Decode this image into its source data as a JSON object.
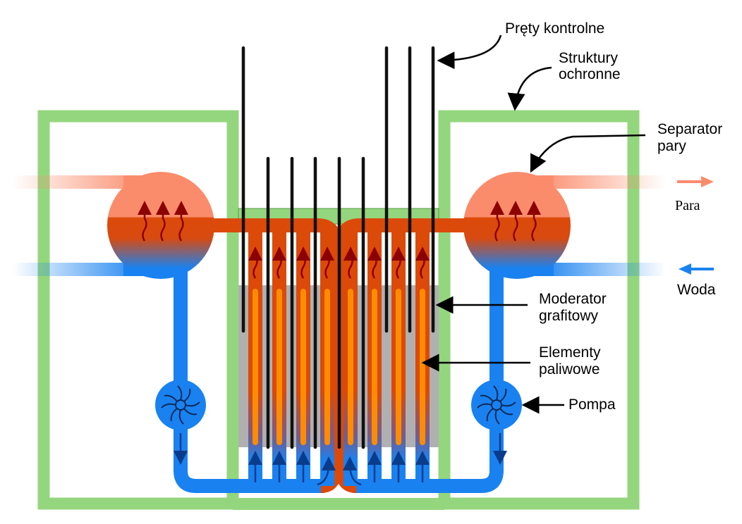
{
  "labels": {
    "control_rods": "Pręty kontrolne",
    "shield_line1": "Struktury",
    "shield_line2": "ochronne",
    "separator_line1": "Separator",
    "separator_line2": "pary",
    "steam": "Para",
    "water": "Woda",
    "moderator_line1": "Moderator",
    "moderator_line2": "grafitowy",
    "fuel_line1": "Elementy",
    "fuel_line2": "paliwowe",
    "pump": "Pompa"
  },
  "colors": {
    "shield": "#94d67e",
    "shield_stroke": "#5a9a48",
    "steam_pipe": "#fa8c6c",
    "hot_water": "#dc4a0a",
    "water": "#1a82f0",
    "moderator": "#b0b0b0",
    "fuel": "#ff8c00",
    "steam_arrow": "#8c0000",
    "water_arrow": "#0a3c8c",
    "rod": "#111111"
  }
}
